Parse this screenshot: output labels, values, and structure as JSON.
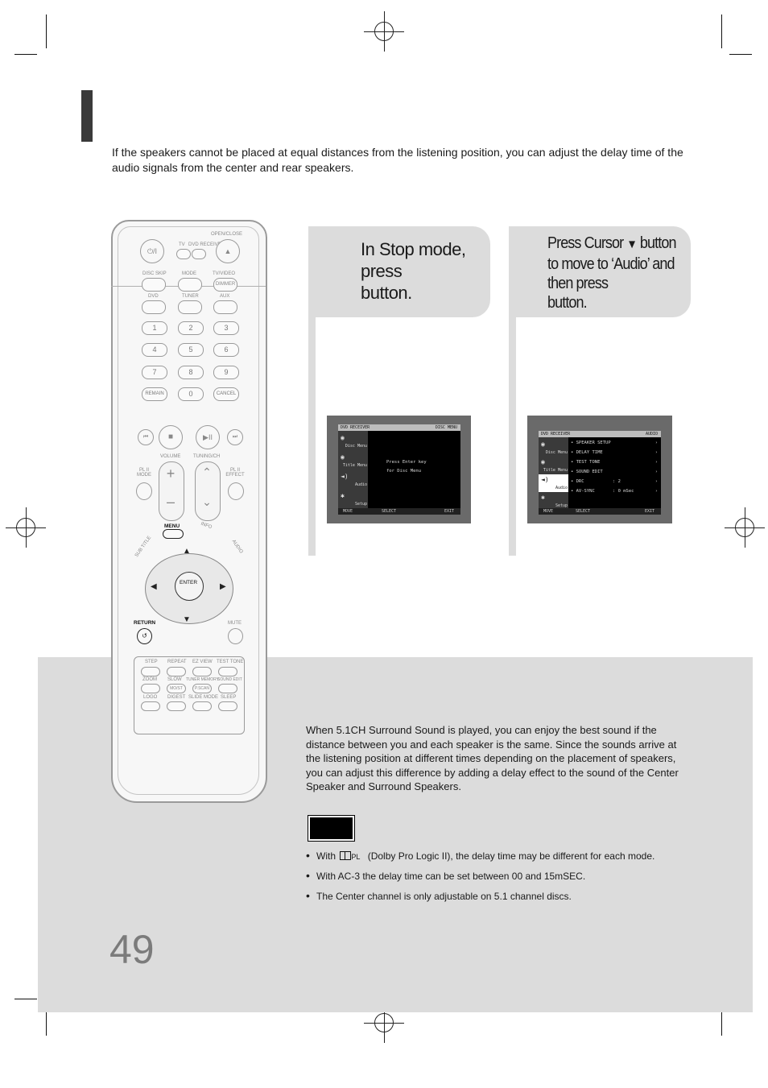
{
  "intro_text": "If the speakers cannot be placed at equal distances from the listening position, you can adjust the delay time of the audio signals from the center and rear speakers.",
  "remote": {
    "open_close": "OPEN/CLOSE",
    "power_symbol": "⏻/I",
    "tv": "TV",
    "dvd_receiver": "DVD RECEIVER",
    "disc_skip": "DISC SKIP",
    "mode": "MODE",
    "tv_video": "TV/VIDEO",
    "dimmer": "DIMMER",
    "dvd": "DVD",
    "tuner": "TUNER",
    "aux": "AUX",
    "numbers": [
      "1",
      "2",
      "3",
      "4",
      "5",
      "6",
      "7",
      "8",
      "9"
    ],
    "remain": "REMAIN",
    "zero": "0",
    "cancel": "CANCEL",
    "volume": "VOLUME",
    "tuning_ch": "TUNING/CH",
    "pl2_mode": "PL II MODE",
    "pl2_effect": "PL II EFFECT",
    "menu": "MENU",
    "info": "INFO",
    "sub_title": "SUB TITLE",
    "audio": "AUDIO",
    "enter": "ENTER",
    "return": "RETURN",
    "mute": "MUTE",
    "row1": [
      "STEP",
      "REPEAT",
      "EZ VIEW",
      "TEST TONE"
    ],
    "row2": [
      "ZOOM",
      "SLOW",
      "TUNER MEMORY",
      "SOUND EDIT"
    ],
    "row2_sub": [
      "",
      "MO/ST",
      "P.SCAN",
      ""
    ],
    "row3": [
      "LOGO",
      "DIGEST",
      "SLIDE MODE",
      "SLEEP"
    ]
  },
  "step1": {
    "lines": [
      "In Stop mode,",
      "press",
      "button."
    ]
  },
  "step2": {
    "line1_a": "Press Cursor",
    "line1_b": "button",
    "lines": [
      "to move to ‘Audio’ and",
      "then press",
      "button."
    ]
  },
  "screen1": {
    "header_left": "DVD RECEIVER",
    "header_right": "DISC MENU",
    "side_items": [
      "Disc Menu",
      "Title Menu",
      "Audio",
      "Setup"
    ],
    "body_lines": [
      "Press Enter key",
      "for Disc Menu"
    ],
    "footer": [
      "MOVE",
      "SELECT",
      "EXIT"
    ]
  },
  "screen2": {
    "header_left": "DVD RECEIVER",
    "header_right": "AUDIO",
    "side_items": [
      "Disc Menu",
      "Title Menu",
      "Audio",
      "Setup"
    ],
    "rows": [
      {
        "label": "SPEAKER SETUP",
        "value": "",
        "arrow": "›"
      },
      {
        "label": "DELAY TIME",
        "value": "",
        "arrow": "›"
      },
      {
        "label": "TEST TONE",
        "value": "",
        "arrow": "›"
      },
      {
        "label": "SOUND EDIT",
        "value": "",
        "arrow": "›"
      },
      {
        "label": "DRC",
        "value": ": 2",
        "arrow": "›"
      },
      {
        "label": "AV-SYNC",
        "value": ": 0 mSec",
        "arrow": "›"
      }
    ],
    "footer": [
      "MOVE",
      "SELECT",
      "EXIT"
    ]
  },
  "description": "When 5.1CH Surround Sound is played, you can enjoy the best sound if the distance between you and each speaker is the same. Since the sounds arrive at the listening position at different times depending on the placement of speakers, you can adjust this difference by adding a delay effect to the sound of the Center Speaker and Surround Speakers.",
  "notes": {
    "bullet1_prefix": "With",
    "bullet1_logo": "PL",
    "bullet1_suffix": "(Dolby Pro Logic II), the delay time may be different for each mode.",
    "bullet2": "With AC-3 the delay time can be set between 00 and 15mSEC.",
    "bullet3": "The Center channel is only adjustable on 5.1 channel discs."
  },
  "page_number": "49"
}
